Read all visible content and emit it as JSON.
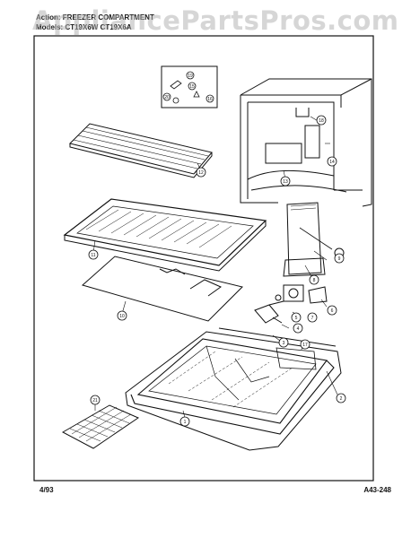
{
  "header": {
    "line1": "Action: FREEZER COMPARTMENT",
    "line2": "Models: CT19X6W CT19X6A"
  },
  "watermark": "AppliancePartsPros.com",
  "footer": {
    "date": "4/93",
    "code": "A43-248"
  },
  "callouts": [
    "1",
    "2",
    "3",
    "4",
    "5",
    "6",
    "7",
    "8",
    "9",
    "10",
    "11",
    "12",
    "13",
    "14",
    "15",
    "16",
    "17",
    "18",
    "19",
    "20",
    "21"
  ],
  "colors": {
    "line": "#111111",
    "background": "#ffffff",
    "watermark": "#b4b4b4"
  }
}
